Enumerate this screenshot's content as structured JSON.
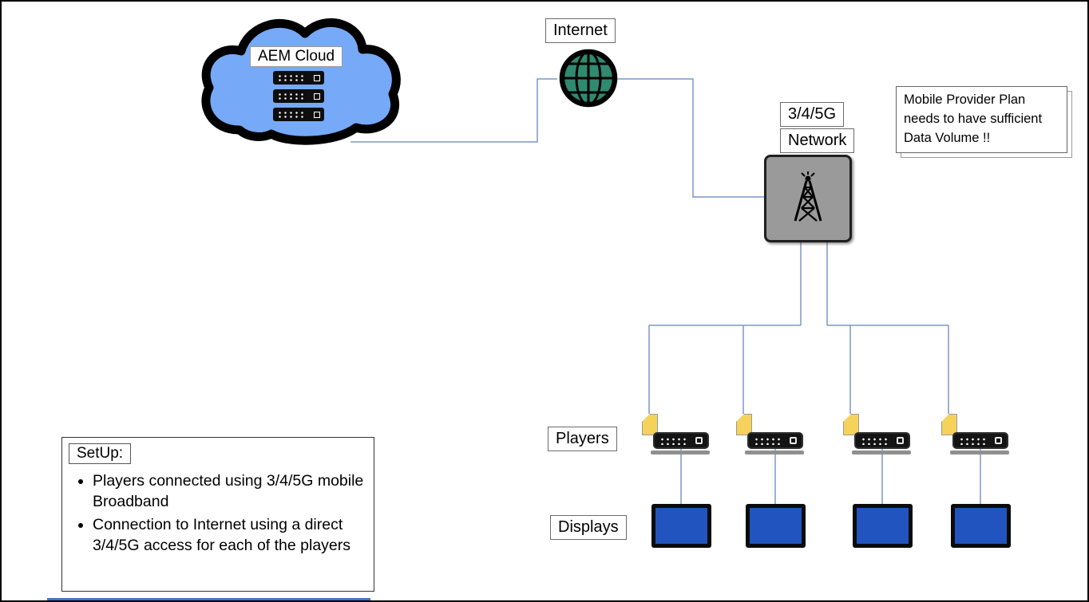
{
  "diagram": {
    "cloud": {
      "label": "AEM Cloud"
    },
    "internet": {
      "label": "Internet"
    },
    "network": {
      "label_line1": "3/4/5G",
      "label_line2": "Network"
    },
    "note": {
      "text": "Mobile Provider Plan needs to have sufficient Data Volume !!"
    },
    "players": {
      "label": "Players",
      "count": 4
    },
    "displays": {
      "label": "Displays",
      "count": 4
    },
    "setup": {
      "title": "SetUp:",
      "bullets": [
        "Players connected using 3/4/5G mobile Broadband",
        "Connection to Internet using a direct 3/4/5G access for each of the players"
      ]
    },
    "colors": {
      "cloud_fill": "#76A9F7",
      "globe_fill": "#2F8A70",
      "tower_box_fill": "#9A9A9A",
      "display_fill": "#2154BE",
      "line": "#7D96C5",
      "sim_yellow": "#F5D259"
    }
  }
}
